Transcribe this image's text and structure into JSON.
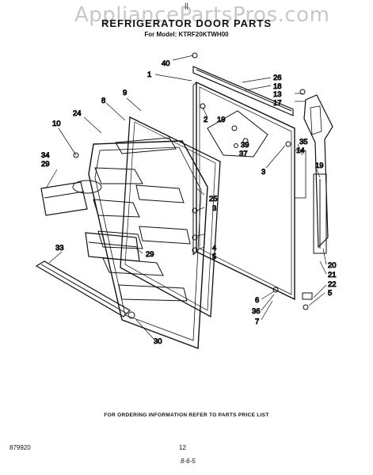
{
  "watermark": "AppliancePartsPros.com",
  "tick_mark": "||",
  "title": "REFRIGERATOR DOOR PARTS",
  "model_line": "For Model: KTRF20KTWH00",
  "footer": {
    "ordering_note": "FOR ORDERING INFORMATION REFER TO PARTS PRICE LIST",
    "code": "879920",
    "page_number": "12",
    "date": "8-6-5"
  },
  "callouts": {
    "c40": "40",
    "c1": "1",
    "c26": "26",
    "c18": "18",
    "c13": "13",
    "c17": "17",
    "c9": "9",
    "c8": "8",
    "c24": "24",
    "c10": "10",
    "c2": "2",
    "c19a": "19",
    "c39": "39",
    "c37": "37",
    "c35": "35",
    "c14": "14",
    "c19b": "19",
    "c3a": "3",
    "c34": "34",
    "c29a": "29",
    "c25": "25",
    "c3b": "3",
    "c4": "4",
    "c5a": "5",
    "c29b": "29",
    "c33": "33",
    "c20": "20",
    "c21": "21",
    "c22": "22",
    "c5b": "5",
    "c6": "6",
    "c36": "36",
    "c7": "7",
    "c30": "30"
  }
}
